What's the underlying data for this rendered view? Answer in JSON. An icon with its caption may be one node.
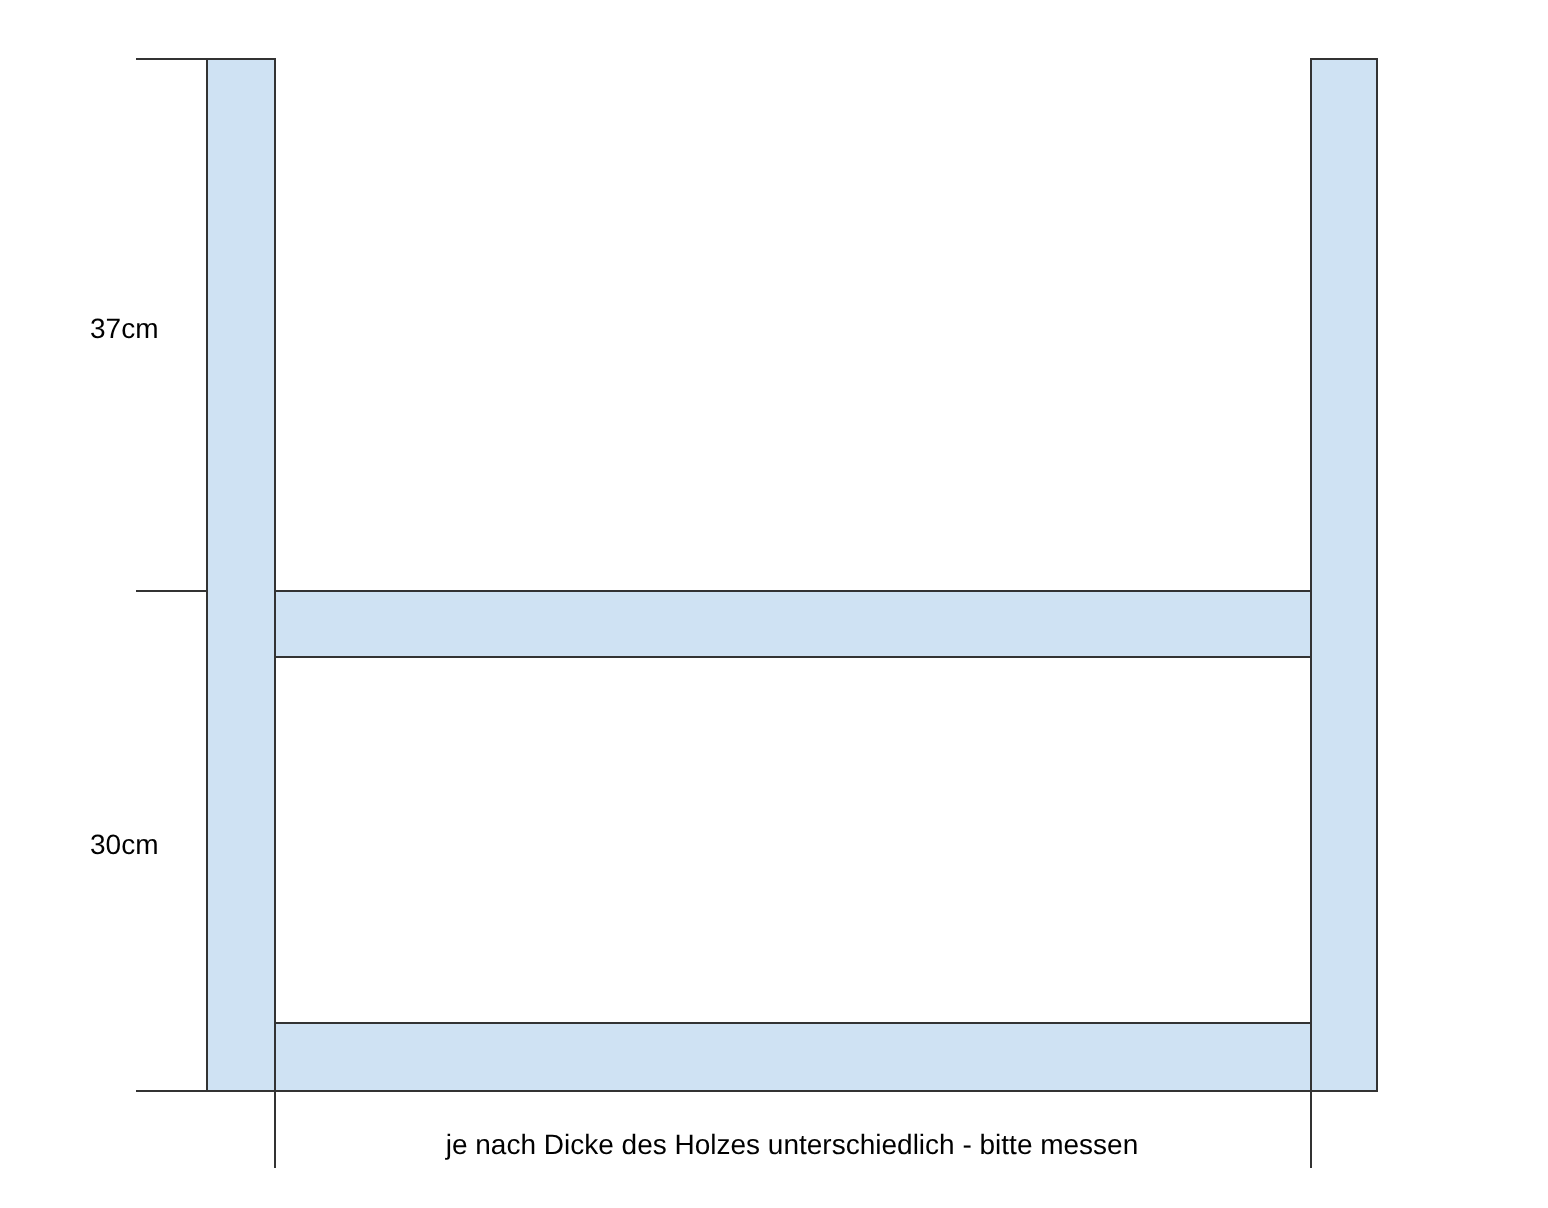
{
  "diagram": {
    "labels": [
      "37cm",
      "30cm",
      "je nach Dicke des Holzes unterschiedlich - bitte messen"
    ]
  }
}
